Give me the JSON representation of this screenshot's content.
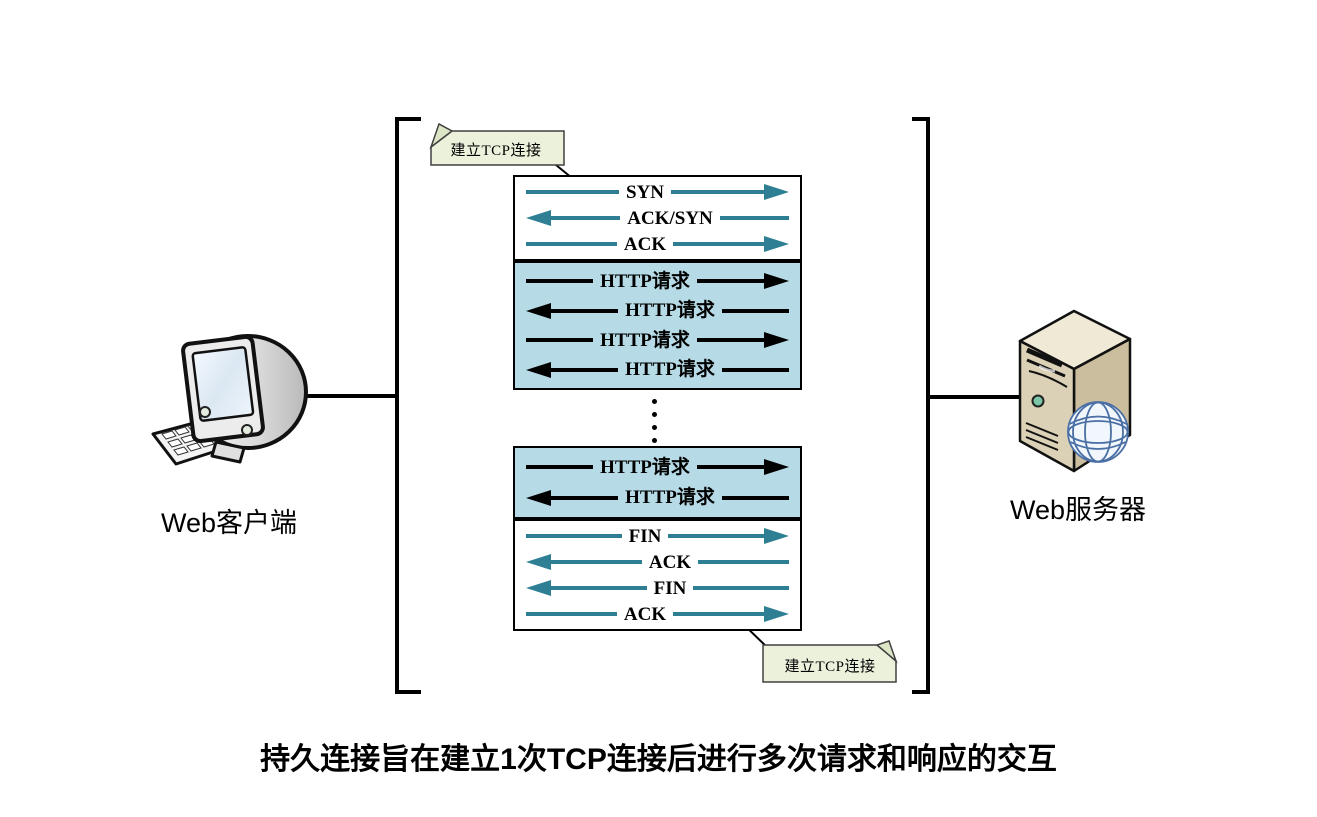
{
  "diagram": {
    "title_caption": "持久连接旨在建立1次TCP连接后进行多次请求和响应的交互",
    "client": {
      "label": "Web客户端"
    },
    "server": {
      "label": "Web服务器"
    },
    "notes": {
      "top": {
        "text": "建立TCP连接"
      },
      "bottom": {
        "text": "建立TCP连接"
      }
    },
    "sequence": {
      "tcp_setup": [
        {
          "label": "SYN",
          "dir": "right",
          "color": "teal"
        },
        {
          "label": "ACK/SYN",
          "dir": "left",
          "color": "teal"
        },
        {
          "label": "ACK",
          "dir": "right",
          "color": "teal"
        }
      ],
      "http_block1": [
        {
          "label": "HTTP请求",
          "dir": "right",
          "color": "black"
        },
        {
          "label": "HTTP请求",
          "dir": "left",
          "color": "black"
        },
        {
          "label": "HTTP请求",
          "dir": "right",
          "color": "black"
        },
        {
          "label": "HTTP请求",
          "dir": "left",
          "color": "black"
        }
      ],
      "http_block2": [
        {
          "label": "HTTP请求",
          "dir": "right",
          "color": "black"
        },
        {
          "label": "HTTP请求",
          "dir": "left",
          "color": "black"
        }
      ],
      "tcp_teardown": [
        {
          "label": "FIN",
          "dir": "right",
          "color": "teal"
        },
        {
          "label": "ACK",
          "dir": "left",
          "color": "teal"
        },
        {
          "label": "FIN",
          "dir": "left",
          "color": "teal"
        },
        {
          "label": "ACK",
          "dir": "right",
          "color": "teal"
        }
      ]
    },
    "colors": {
      "arrow_teal": "#2e7f93",
      "arrow_black": "#000000",
      "http_box_fill": "#b6dbe6",
      "note_fill": "#ecf1dc",
      "note_fold_fill": "#dce5c6",
      "line_black": "#000000",
      "background": "#ffffff"
    }
  }
}
